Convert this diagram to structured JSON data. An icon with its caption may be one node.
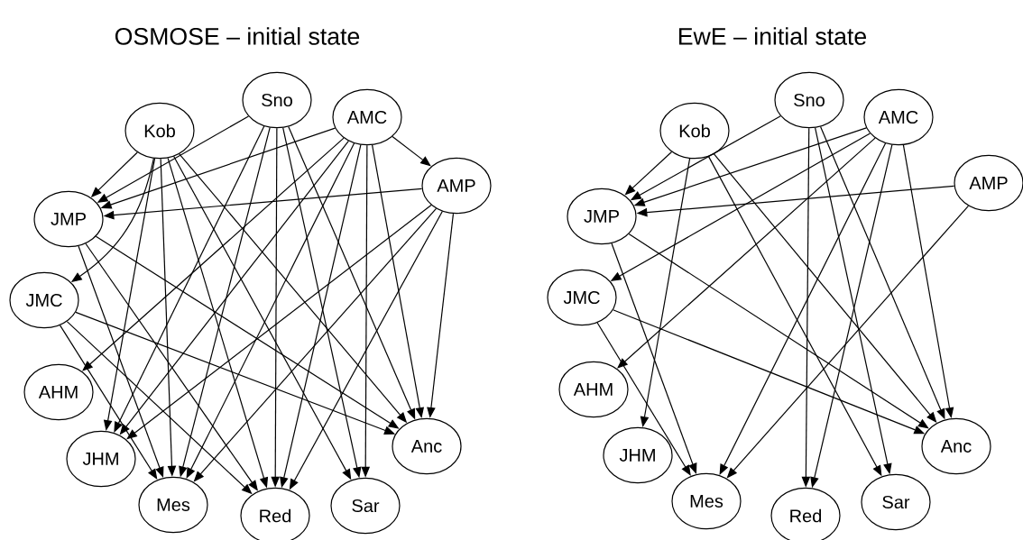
{
  "diagram": {
    "nodes": [
      {
        "text": [
          "Kob"
        ]
      },
      {
        "text": [
          "Sno"
        ]
      },
      {
        "text": [
          "AMC"
        ]
      },
      {
        "text": [
          "AMP"
        ]
      },
      {
        "text": [
          "JMP"
        ]
      },
      {
        "text": [
          "JMC"
        ]
      },
      {
        "text": [
          "AHM"
        ]
      },
      {
        "text": [
          "JHM"
        ]
      },
      {
        "text": [
          "Mes"
        ]
      },
      {
        "text": [
          "Red"
        ]
      },
      {
        "text": [
          "Sar"
        ]
      },
      {
        "text": [
          "Anc"
        ]
      },
      {
        "text": [
          "Kob"
        ]
      },
      {
        "text": [
          "Sno"
        ]
      },
      {
        "text": [
          "AMC"
        ]
      },
      {
        "text": [
          "AMP"
        ]
      },
      {
        "text": [
          "JMP"
        ]
      },
      {
        "text": [
          "JMC"
        ]
      },
      {
        "text": [
          "AHM"
        ]
      },
      {
        "text": [
          "JHM"
        ]
      },
      {
        "text": [
          "Mes"
        ]
      },
      {
        "text": [
          "Red"
        ]
      },
      {
        "text": [
          "Sar"
        ]
      },
      {
        "text": [
          "Anc"
        ]
      }
    ],
    "edges": [
      {
        "from": 0,
        "to": 4,
        "arrow": "to"
      },
      {
        "from": 0,
        "to": 5,
        "arrow": "to"
      },
      {
        "from": 0,
        "to": 7,
        "arrow": "to"
      },
      {
        "from": 0,
        "to": 8,
        "arrow": "to"
      },
      {
        "from": 0,
        "to": 9,
        "arrow": "to"
      },
      {
        "from": 0,
        "to": 10,
        "arrow": "to"
      },
      {
        "from": 0,
        "to": 11,
        "arrow": "to"
      },
      {
        "from": 1,
        "to": 4,
        "arrow": "to"
      },
      {
        "from": 1,
        "to": 7,
        "arrow": "to"
      },
      {
        "from": 1,
        "to": 8,
        "arrow": "to"
      },
      {
        "from": 1,
        "to": 9,
        "arrow": "to"
      },
      {
        "from": 1,
        "to": 10,
        "arrow": "to"
      },
      {
        "from": 1,
        "to": 11,
        "arrow": "to"
      },
      {
        "from": 2,
        "to": 3,
        "arrow": "to"
      },
      {
        "from": 2,
        "to": 4,
        "arrow": "to"
      },
      {
        "from": 2,
        "to": 6,
        "arrow": "to"
      },
      {
        "from": 2,
        "to": 7,
        "arrow": "to"
      },
      {
        "from": 2,
        "to": 8,
        "arrow": "to"
      },
      {
        "from": 2,
        "to": 9,
        "arrow": "to"
      },
      {
        "from": 2,
        "to": 10,
        "arrow": "to"
      },
      {
        "from": 2,
        "to": 11,
        "arrow": "to"
      },
      {
        "from": 3,
        "to": 4,
        "arrow": "to"
      },
      {
        "from": 3,
        "to": 7,
        "arrow": "to"
      },
      {
        "from": 3,
        "to": 8,
        "arrow": "to"
      },
      {
        "from": 3,
        "to": 9,
        "arrow": "to"
      },
      {
        "from": 3,
        "to": 11,
        "arrow": "to"
      },
      {
        "from": 4,
        "to": 8,
        "arrow": "to"
      },
      {
        "from": 4,
        "to": 9,
        "arrow": "to"
      },
      {
        "from": 4,
        "to": 11,
        "arrow": "to"
      },
      {
        "from": 5,
        "to": 8,
        "arrow": "to"
      },
      {
        "from": 5,
        "to": 9,
        "arrow": "to"
      },
      {
        "from": 5,
        "to": 11,
        "arrow": "to"
      },
      {
        "from": 12,
        "to": 16,
        "arrow": "to"
      },
      {
        "from": 12,
        "to": 19,
        "arrow": "to"
      },
      {
        "from": 12,
        "to": 22,
        "arrow": "to"
      },
      {
        "from": 12,
        "to": 23,
        "arrow": "to"
      },
      {
        "from": 13,
        "to": 16,
        "arrow": "to"
      },
      {
        "from": 13,
        "to": 21,
        "arrow": "to"
      },
      {
        "from": 13,
        "to": 22,
        "arrow": "to"
      },
      {
        "from": 13,
        "to": 23,
        "arrow": "to"
      },
      {
        "from": 14,
        "to": 16,
        "arrow": "to"
      },
      {
        "from": 14,
        "to": 17,
        "arrow": "to"
      },
      {
        "from": 14,
        "to": 18,
        "arrow": "to"
      },
      {
        "from": 14,
        "to": 20,
        "arrow": "to"
      },
      {
        "from": 14,
        "to": 21,
        "arrow": "to"
      },
      {
        "from": 14,
        "to": 23,
        "arrow": "to"
      },
      {
        "from": 15,
        "to": 16,
        "arrow": "to"
      },
      {
        "from": 15,
        "to": 20,
        "arrow": "to"
      },
      {
        "from": 16,
        "to": 20,
        "arrow": "to"
      },
      {
        "from": 16,
        "to": 23,
        "arrow": "to"
      },
      {
        "from": 17,
        "to": 20,
        "arrow": "to"
      },
      {
        "from": 17,
        "to": 23,
        "arrow": "to"
      }
    ],
    "labels": [
      "OSMOSE – initial state",
      "EwE – initial state"
    ]
  }
}
